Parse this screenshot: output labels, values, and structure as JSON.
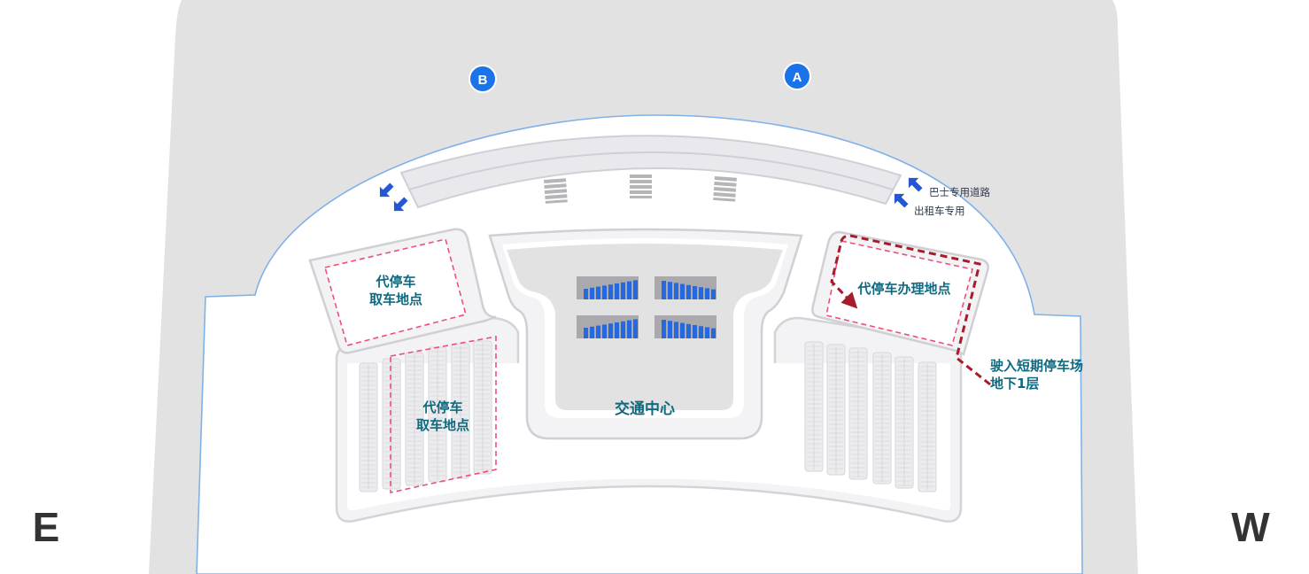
{
  "compass": {
    "east": "E",
    "west": "W"
  },
  "gates": [
    {
      "label": "B"
    },
    {
      "label": "A"
    }
  ],
  "roads": {
    "bus_only": "巴士专用道路",
    "taxi_only": "出租车专用"
  },
  "zones": {
    "valet_pickup_upper": [
      "代停车",
      "取车地点"
    ],
    "valet_pickup_lower": [
      "代停车",
      "取车地点"
    ],
    "valet_service": "代停车办理地点",
    "transport_center": "交通中心",
    "short_term_entry": [
      "驶入短期停车场",
      "地下1层"
    ]
  },
  "colors": {
    "accent": "#1a73e8",
    "label": "#0e6a80",
    "dashed_zone": "#ee4f7a",
    "route": "#a61c2a",
    "ground": "#e3e2e3",
    "outline": "#7fb1ea"
  }
}
